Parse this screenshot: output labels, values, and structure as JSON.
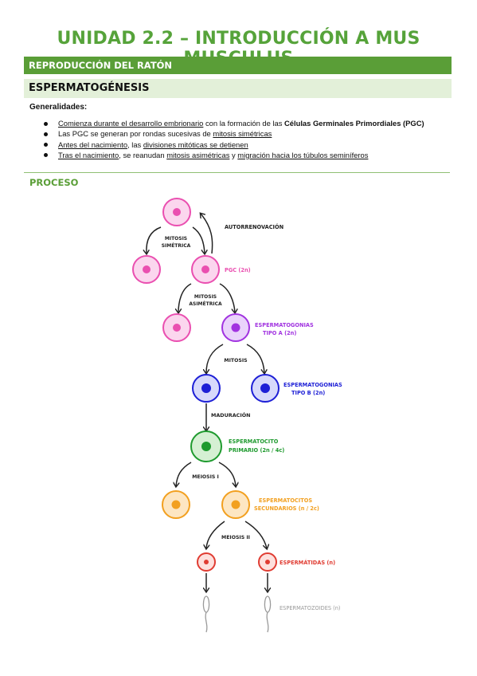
{
  "title": "UNIDAD 2.2 – INTRODUCCIÓN A MUS MUSCULUS",
  "section": "REPRODUCCIÓN DEL RATÓN",
  "subsection": "ESPERMATOGÉNESIS",
  "generalidades_label": "Generalidades:",
  "bullets": {
    "b1": {
      "u1": "Comienza durante el desarrollo embrionario",
      "t1": " con la formación de las ",
      "bold": "Células Germinales Primordiales (PGC)"
    },
    "b2": {
      "t1": "Las PGC se generan por rondas sucesivas de ",
      "u1": "mitosis simétricas"
    },
    "b3": {
      "u1": "Antes del nacimiento",
      "t1": ", las ",
      "u2": "divisiones mitóticas se detienen"
    },
    "b4": {
      "u1": "Tras el nacimiento",
      "t1": ", se reanudan ",
      "u2": "mitosis asimétricas",
      "t2": " y ",
      "u3": "migración hacia los túbulos seminíferos"
    }
  },
  "proceso_label": "PROCESO",
  "diagram": {
    "autorenovacion": "AUTORRENOVACIÓN",
    "mitosis_simetrica": [
      "MITOSIS",
      "SIMÉTRICA"
    ],
    "pgc": "PGC (2n)",
    "mitosis_asimetrica": [
      "MITOSIS",
      "ASIMÉTRICA"
    ],
    "esp_a": [
      "ESPERMATOGONIAS",
      "TIPO A (2n)"
    ],
    "mitosis": "MITOSIS",
    "esp_b": [
      "ESPERMATOGONIAS",
      "TIPO B (2n)"
    ],
    "maduracion": "MADURACIÓN",
    "primario": [
      "ESPERMATOCITO",
      "PRIMARIO (2n / 4c)"
    ],
    "meiosis1": "MEIOSIS I",
    "secundarios": [
      "ESPERMATOCITOS",
      "SECUNDARIOS (n / 2c)"
    ],
    "meiosis2": "MEIOSIS II",
    "espermatidas": "ESPERMÁTIDAS (n)",
    "espermatozoides": "ESPERMATOZOIDES (n)"
  },
  "colors": {
    "green_title": "#56a33a",
    "pink": "#ea4fb0",
    "purple": "#a133e0",
    "blue": "#1d1fd6",
    "green": "#1e9a2e",
    "orange": "#f2a020",
    "red": "#e03c32",
    "gray": "#9a9a9a"
  }
}
